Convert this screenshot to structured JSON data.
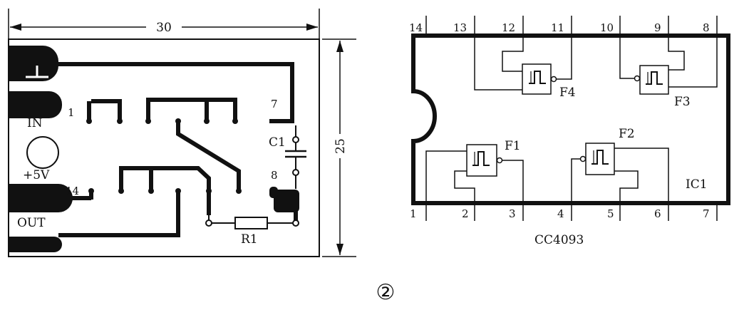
{
  "figure_label": "②",
  "colors": {
    "ink": "#111111",
    "paper": "#ffffff"
  },
  "pcb": {
    "width_dim": "30",
    "height_dim": "25",
    "labels": {
      "in": "IN",
      "supply": "+5V",
      "out": "OUT",
      "pin1": "1",
      "pin14": "14",
      "pin7": "7",
      "pin8": "8",
      "c1": "C1",
      "r1": "R1"
    }
  },
  "ic": {
    "name": "IC1",
    "part": "CC4093",
    "top_pins": [
      "14",
      "13",
      "12",
      "11",
      "10",
      "9",
      "8"
    ],
    "bottom_pins": [
      "1",
      "2",
      "3",
      "4",
      "5",
      "6",
      "7"
    ],
    "gates": [
      "F1",
      "F2",
      "F3",
      "F4"
    ]
  }
}
